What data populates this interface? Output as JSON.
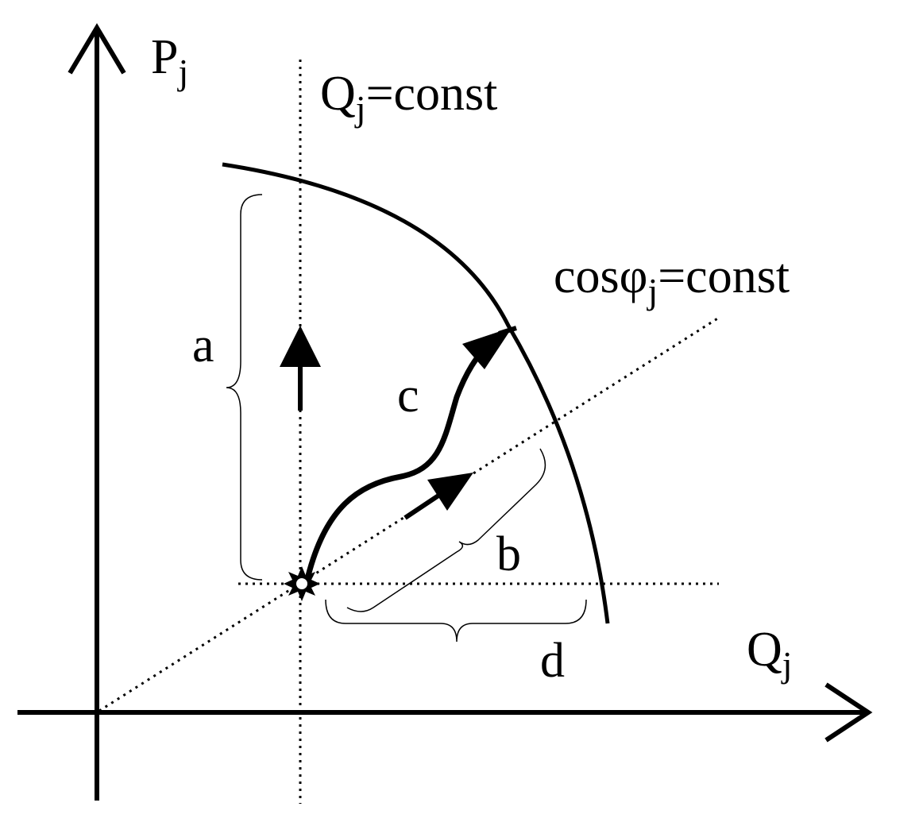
{
  "axes": {
    "y_label": "P",
    "y_label_sub": "j",
    "x_label": "Q",
    "x_label_sub": "j"
  },
  "lines": {
    "q_const_main": "Q",
    "q_const_sub": "j",
    "q_const_rest": "=const",
    "cos_main": "cosφ",
    "cos_sub": "j",
    "cos_rest": "=const"
  },
  "paths": {
    "a": "a",
    "b": "b",
    "c": "c",
    "d": "d"
  },
  "colors": {
    "ink": "#000000",
    "background": "#ffffff"
  }
}
